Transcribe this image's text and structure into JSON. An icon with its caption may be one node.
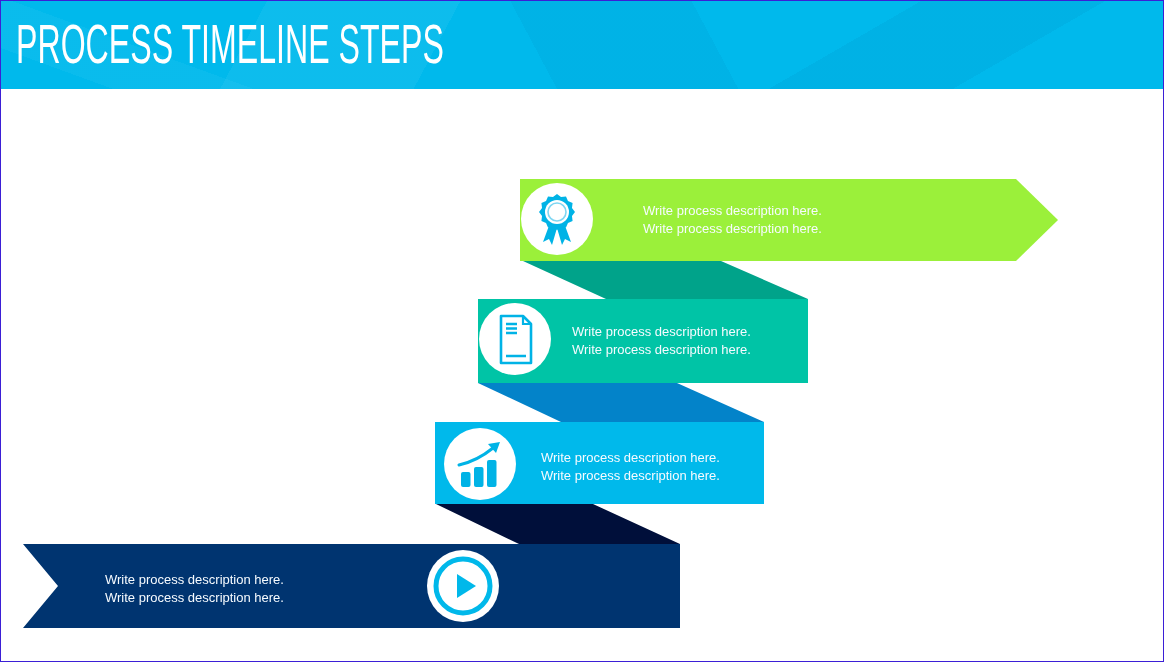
{
  "diagram": {
    "title": "PROCESS TIMELINE STEPS",
    "nodes": [
      {
        "text": [
          "Write process description here. Write process description here."
        ]
      },
      {
        "text": [
          "Write process description here. Write process description here."
        ]
      },
      {
        "text": [
          "Write process description here. Write process description here."
        ]
      },
      {
        "text": [
          "Write process description here. Write process description here."
        ]
      }
    ],
    "edges": [
      {
        "from": 0,
        "to": 1,
        "arrow": "none",
        "color": "#00a38a"
      },
      {
        "from": 1,
        "to": 2,
        "arrow": "none",
        "color": "#0383c9"
      },
      {
        "from": 2,
        "to": 3,
        "arrow": "none",
        "color": "#000f3a"
      }
    ]
  }
}
